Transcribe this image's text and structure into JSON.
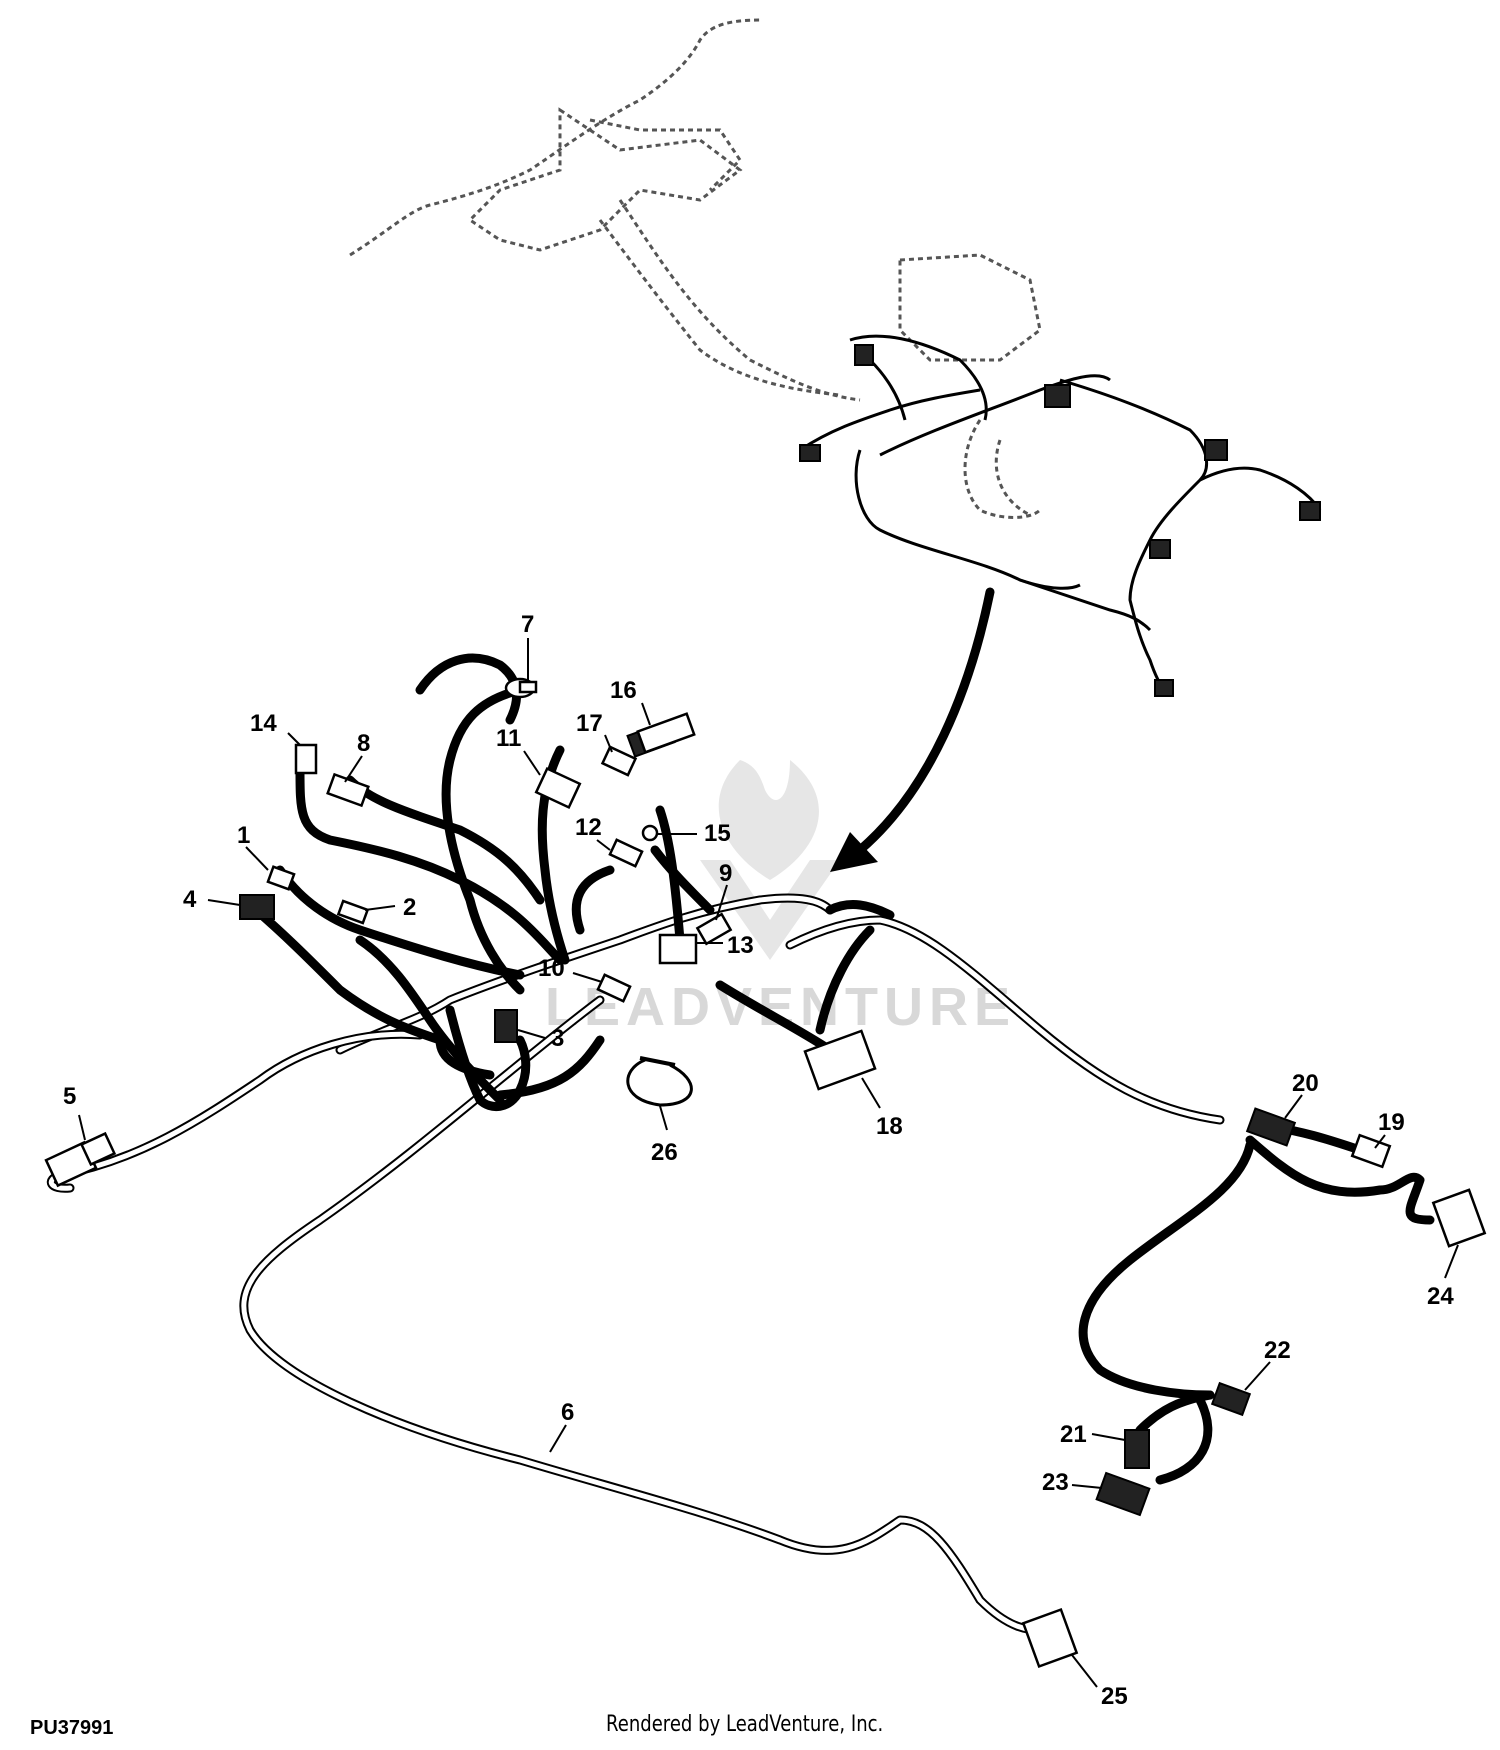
{
  "figure_id": "PU37991",
  "credit": "Rendered by LeadVenture, Inc.",
  "watermark": "LEADVENTURE",
  "callouts": [
    "1",
    "2",
    "3",
    "4",
    "5",
    "6",
    "7",
    "8",
    "9",
    "10",
    "11",
    "12",
    "13",
    "14",
    "15",
    "16",
    "17",
    "18",
    "19",
    "20",
    "21",
    "22",
    "23",
    "24",
    "25",
    "26"
  ],
  "colors": {
    "line": "#000000",
    "background": "#ffffff",
    "watermark": "#d8d8d8"
  }
}
